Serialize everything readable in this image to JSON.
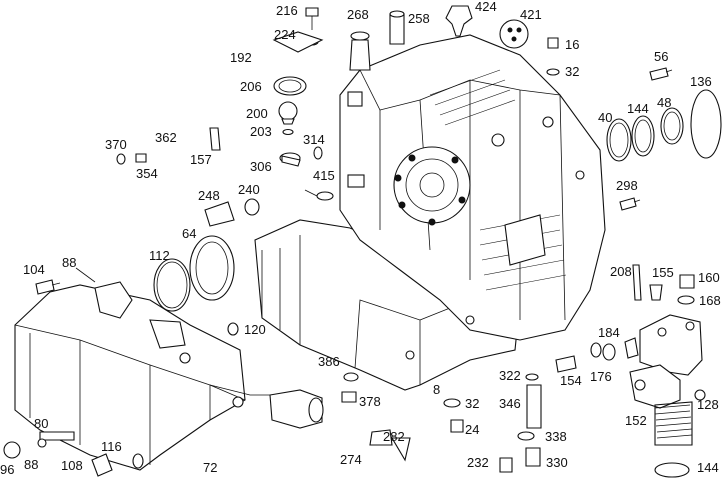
{
  "labels": [
    "216",
    "268",
    "258",
    "424",
    "421",
    "224",
    "16",
    "192",
    "32",
    "206",
    "56",
    "136",
    "200",
    "144",
    "48",
    "40",
    "203",
    "362",
    "370",
    "314",
    "157",
    "354",
    "306",
    "415",
    "298",
    "248",
    "240",
    "64",
    "112",
    "208",
    "155",
    "160",
    "104",
    "88",
    "168",
    "120",
    "184",
    "386",
    "322",
    "154",
    "176",
    "8",
    "378",
    "346",
    "32",
    "128",
    "80",
    "152",
    "24",
    "282",
    "338",
    "116",
    "274",
    "232",
    "330",
    "96",
    "88",
    "108",
    "72",
    "144"
  ]
}
